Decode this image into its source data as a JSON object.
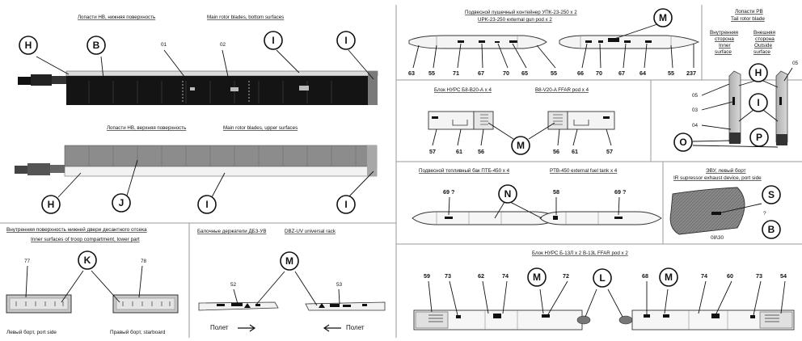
{
  "rotor_bottom": {
    "title_ru": "Лопасти НВ, нижняя поверхность",
    "title_en": "Main rotor blades, bottom surfaces",
    "num_01": "01",
    "num_02": "02"
  },
  "rotor_top": {
    "title_ru": "Лопасти НВ, верхняя поверхность",
    "title_en": "Main rotor blades, upper surfaces"
  },
  "gun_pod": {
    "title_ru": "Подвесной пушечный контейнер УПК-23-250 x 2",
    "title_en": "UPK-23-250  external gun pod x 2",
    "nums": [
      "63",
      "55",
      "71",
      "67",
      "70",
      "65",
      "55",
      "66",
      "70",
      "67",
      "64",
      "55",
      "237"
    ]
  },
  "tail_blade": {
    "title_ru": "Лопасти  РВ",
    "title_en": "Tail rotor blade",
    "inner_ru1": "Внутренняя",
    "inner_ru2": "сторона",
    "inner_en1": "Inner",
    "inner_en2": "surface",
    "outer_ru1": "Внешняя",
    "outer_ru2": "сторона",
    "outer_en1": "Outside",
    "outer_en2": "surface",
    "nums": [
      "05",
      "05",
      "03",
      "04"
    ]
  },
  "ffar_b8": {
    "title_ru": "Блок НУРС Б8-В20-А x 4",
    "title_en": "B8-V20-A FFAR pod x 4",
    "nums": [
      "57",
      "61",
      "56",
      "56",
      "61",
      "57"
    ]
  },
  "fuel_tank": {
    "title_ru": "Подвесной топливный бак ПТБ-450 x 4",
    "title_en": "PTB-450  external fuel tank x 4",
    "nums": [
      "69 ?",
      "58",
      "69 ?"
    ]
  },
  "exhaust": {
    "title_ru": "ЭВУ, левый борт",
    "title_en": "IR supressor exhaust device, port side",
    "question": "?",
    "code": "08\\30"
  },
  "troop": {
    "title_ru": "Внутренняя поверхность нижней двери десантного отсека",
    "title_en": "Inner surfaces of troop compartment, lower part",
    "num_left": "77",
    "num_right": "78",
    "port": "Левый борт, port side",
    "starboard": "Правый борт, starboard"
  },
  "rack": {
    "title_ru": "Балочные держатели ДБЗ-УВ",
    "title_en": "DBZ-UV universal rack",
    "num_left": "52",
    "num_right": "53",
    "flight": "Полет"
  },
  "b13": {
    "title": "Блок НУРС Б-13Л x 2   B-13L FFAR pod x 2",
    "nums": [
      "59",
      "73",
      "62",
      "74",
      "72",
      "68",
      "74",
      "60",
      "73",
      "54"
    ]
  },
  "callouts": {
    "H": "H",
    "B": "B",
    "I": "I",
    "J": "J",
    "K": "K",
    "M": "M",
    "N": "N",
    "L": "L",
    "O": "O",
    "P": "P",
    "S": "S"
  }
}
